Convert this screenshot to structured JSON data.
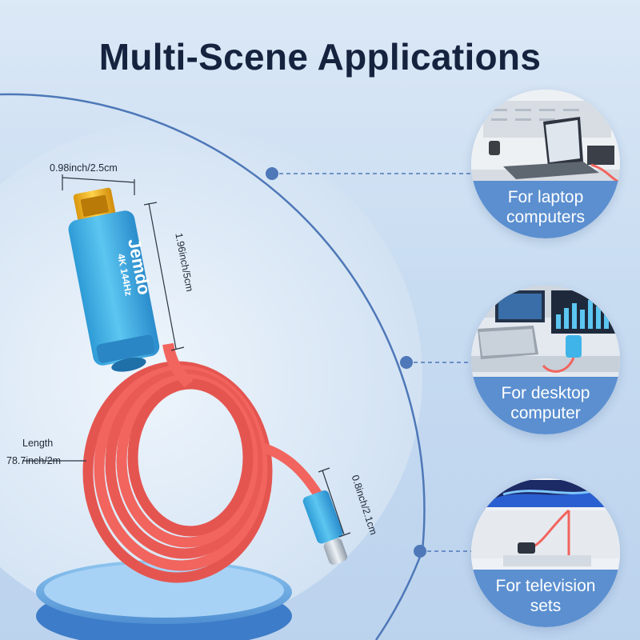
{
  "title": "Multi-Scene Applications",
  "product": {
    "brand": "Jemdo",
    "spec": "4K 144Hz",
    "dimensions": {
      "width": "0.98inch/2.5cm",
      "height": "1.96inch/5cm",
      "length_label": "Length",
      "length_value": "78.7inch/2m",
      "connector": "0.8inch/2.1cm"
    }
  },
  "scenes": [
    {
      "line1": "For laptop",
      "line2": "computers",
      "icon": "laptop-scene"
    },
    {
      "line1": "For desktop",
      "line2": "computer",
      "icon": "desktop-scene"
    },
    {
      "line1": "For television",
      "line2": "sets",
      "icon": "tv-scene"
    }
  ],
  "colors": {
    "title": "#16233f",
    "label_band": "#5b8fd0",
    "cable": "#f2645e",
    "adapter_body": "#3fb4e8",
    "connector_gold": "#f2b61c",
    "arc": "#4e78b8"
  }
}
